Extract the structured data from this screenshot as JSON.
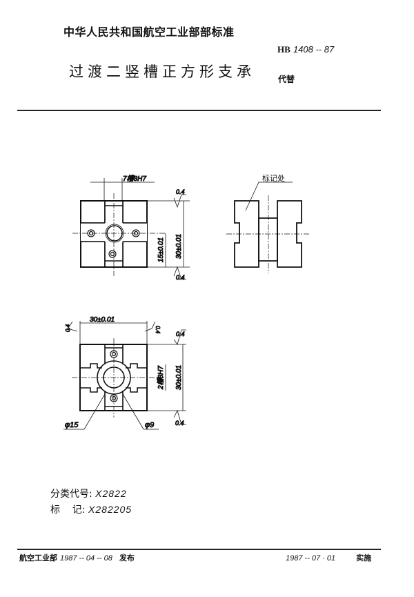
{
  "header": {
    "organization": "中华人民共和国航空工业部部标准",
    "standard_prefix": "HB",
    "standard_number": "1408 -- 87",
    "title": "过渡二竖槽正方形支承",
    "replaces_label": "代替"
  },
  "drawing": {
    "front_view": {
      "slot_label": "7槽8H7",
      "dim_height": "30±0.01",
      "dim_half": "15±0.01",
      "roughness_top": "0.4",
      "roughness_bottom": "0.4"
    },
    "side_view": {
      "marking_label": "标记处"
    },
    "bottom_view": {
      "dim_width": "30±0.01",
      "dim_height": "30±0.01",
      "slot_label": "2槽8H7",
      "roughness_left": "0.4",
      "roughness_right": "0.4",
      "roughness_top": "0.4",
      "roughness_bottom": "0.4",
      "dia_large": "φ15",
      "dia_small": "φ9"
    }
  },
  "classification": {
    "code_label": "分类代号:",
    "code_value": "X2822",
    "mark_label": "标    记:",
    "mark_value": "X282205"
  },
  "footer": {
    "issuer": "航空工业部",
    "issue_date": "1987 -- 04 -- 08",
    "issue_label": "发布",
    "effective_date": "1987 -- 07 · 01",
    "effective_label": "实施"
  }
}
